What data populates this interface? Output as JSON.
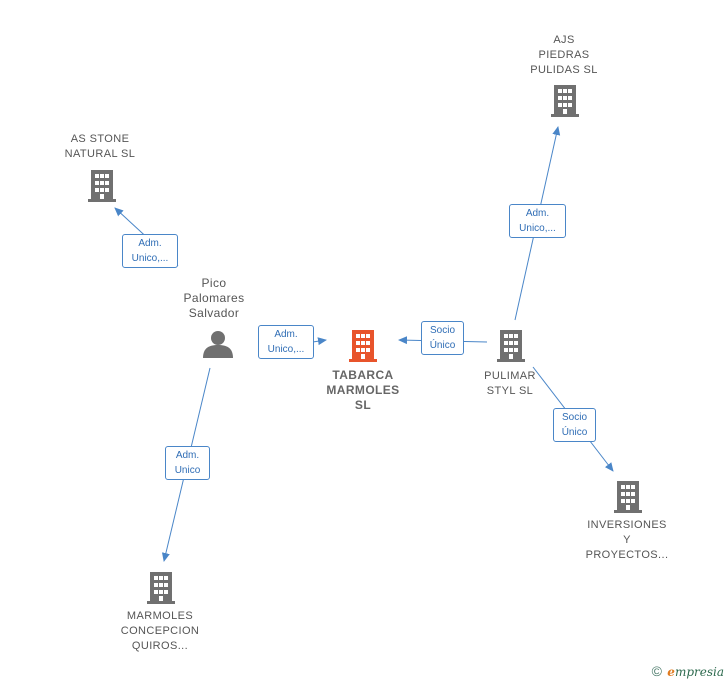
{
  "colors": {
    "edge": "#4a86c8",
    "company_icon": "#707070",
    "main_company_icon": "#e8542b",
    "person_icon": "#707070"
  },
  "nodes": {
    "main": {
      "lines": [
        "TABARCA",
        "MARMOLES",
        "SL"
      ],
      "icon": "building-icon"
    },
    "person": {
      "lines": [
        "Pico",
        "Palomares",
        "Salvador"
      ],
      "icon": "person-icon"
    },
    "as_stone": {
      "lines": [
        "AS STONE",
        "NATURAL  SL"
      ],
      "icon": "building-icon"
    },
    "ajs": {
      "lines": [
        "AJS",
        "PIEDRAS",
        "PULIDAS  SL"
      ],
      "icon": "building-icon"
    },
    "pulimar": {
      "lines": [
        "PULIMAR",
        "STYL  SL"
      ],
      "icon": "building-icon"
    },
    "inversiones": {
      "lines": [
        "INVERSIONES",
        "Y",
        "PROYECTOS..."
      ],
      "icon": "building-icon"
    },
    "marmoles": {
      "lines": [
        "MARMOLES",
        "CONCEPCION",
        "QUIROS..."
      ],
      "icon": "building-icon"
    }
  },
  "edges": {
    "person_as_stone": {
      "lines": [
        "Adm.",
        "Unico,..."
      ]
    },
    "person_main": {
      "lines": [
        "Adm.",
        "Unico,..."
      ]
    },
    "person_marmoles": {
      "lines": [
        "Adm.",
        "Unico"
      ]
    },
    "pulimar_main": {
      "lines": [
        "Socio",
        "Único"
      ]
    },
    "pulimar_ajs": {
      "lines": [
        "Adm.",
        "Unico,..."
      ]
    },
    "pulimar_inversiones": {
      "lines": [
        "Socio",
        "Único"
      ]
    }
  },
  "footer": {
    "copyright": "©",
    "brand_first": "e",
    "brand_rest": "mpresia"
  }
}
